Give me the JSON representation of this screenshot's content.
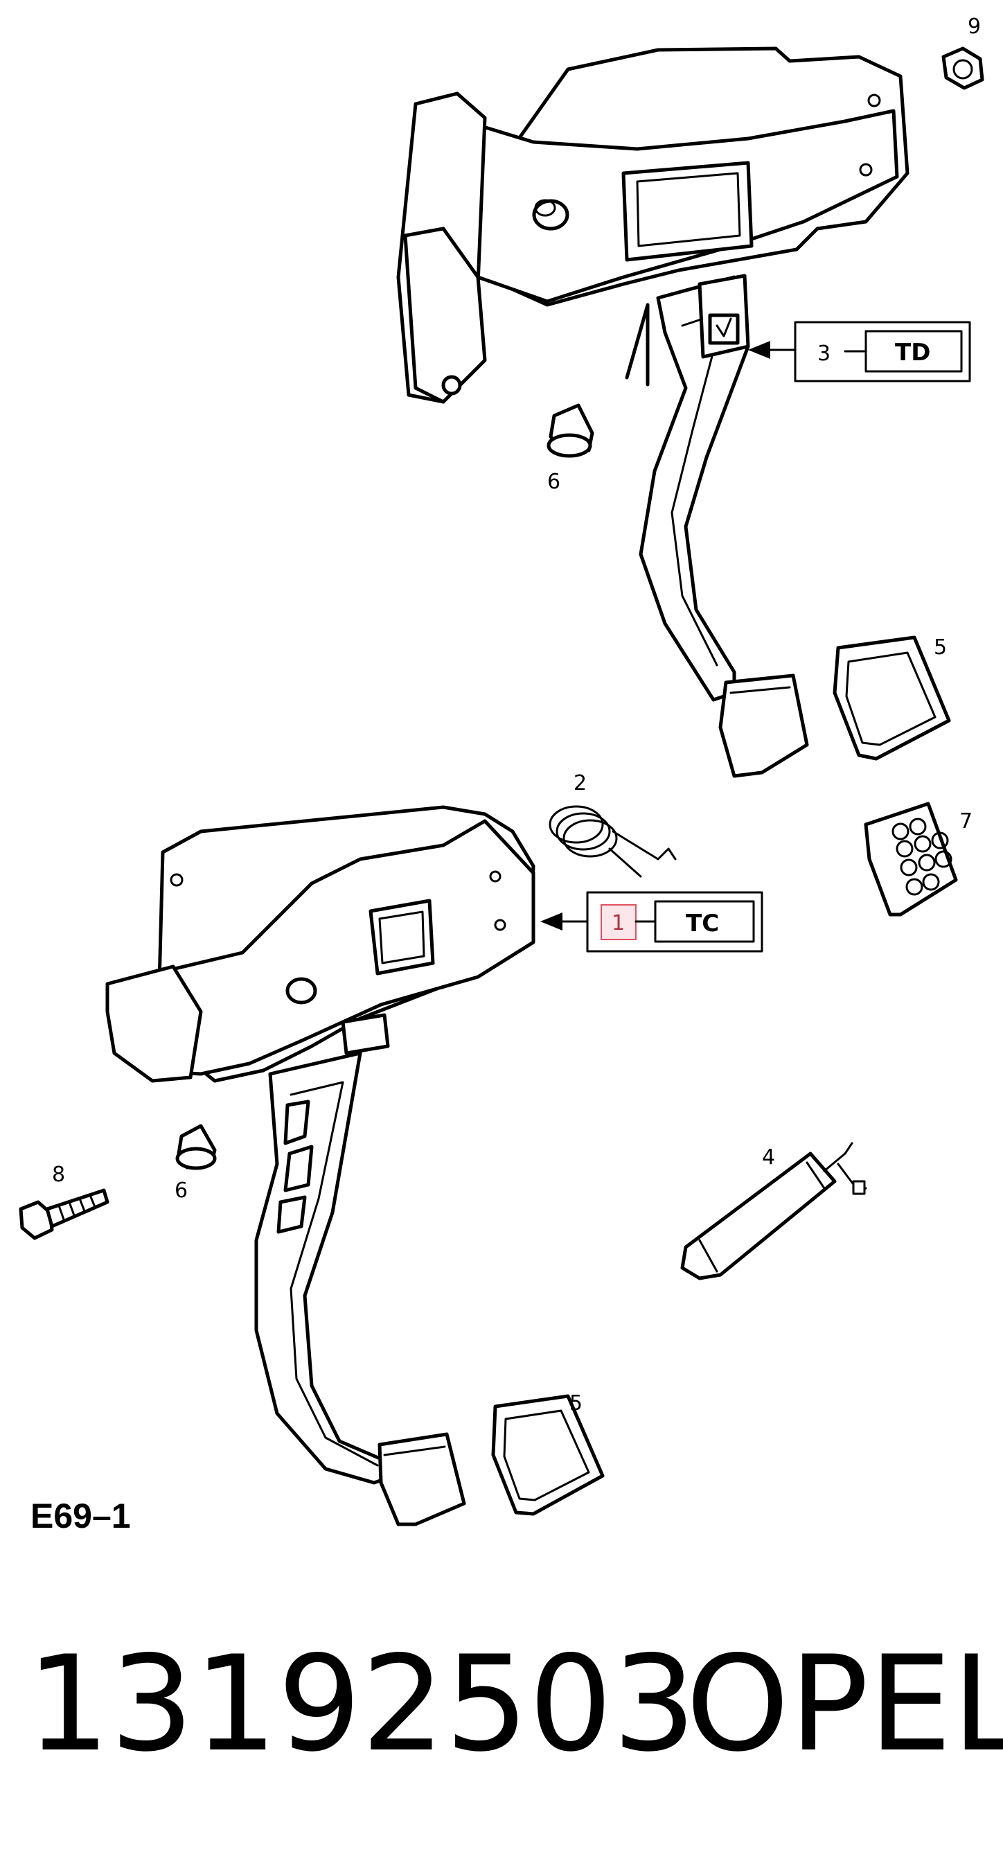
{
  "diagram": {
    "diagram_code": "E69–1",
    "callouts": {
      "nut": "9",
      "clutch_assembly_ref": "3",
      "bumper_upper": "6",
      "pad_upper": "5",
      "spring": "2",
      "pad_small": "7",
      "brake_assembly_ref": "1",
      "screw": "8",
      "bumper_lower": "6",
      "switch": "4",
      "pad_lower": "5"
    },
    "reference_codes": {
      "upper": "TD",
      "lower": "TC"
    },
    "highlight_color": "#e05060"
  },
  "footer": {
    "part_number": "13192503",
    "brand": "OPEL"
  }
}
